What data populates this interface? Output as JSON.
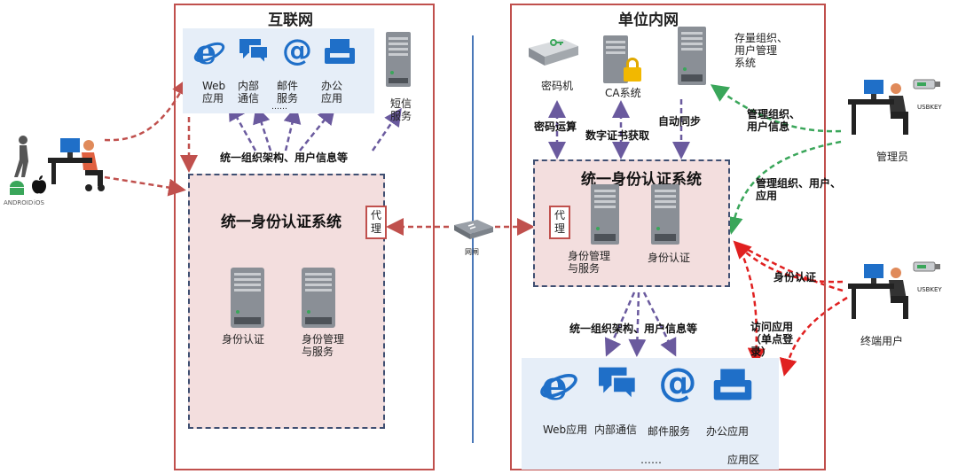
{
  "internet_zone": {
    "title": "互联网",
    "apps": [
      {
        "icon": "ie-icon",
        "label": "Web\n应用"
      },
      {
        "icon": "chat-icon",
        "label": "内部\n通信"
      },
      {
        "icon": "at-icon",
        "label": "邮件\n服务"
      },
      {
        "icon": "tray-icon",
        "label": "办公\n应用"
      }
    ],
    "apps_ellipsis": "……",
    "sms_label": "短信\n服务",
    "sync_label": "统一组织架构、用户信息等",
    "auth_title": "统一身份认证系统",
    "proxy": "代理",
    "servers": [
      "身份认证",
      "身份管理\n与服务"
    ]
  },
  "intranet_zone": {
    "title": "单位内网",
    "infra": [
      {
        "icon": "crypto-machine-icon",
        "label": "密码机"
      },
      {
        "icon": "ca-server-icon",
        "label": "CA系统"
      },
      {
        "icon": "storage-server-icon",
        "label": "存量组织、\n用户管理\n系统"
      }
    ],
    "flows": [
      "密码运算",
      "数字证书获取",
      "自动同步"
    ],
    "auth_title": "统一身份认证系统",
    "proxy": "代理",
    "servers": [
      "身份管理\n与服务",
      "身份认证"
    ],
    "sync_label": "统一组织架构、用户信息等",
    "apps": [
      {
        "icon": "ie-icon",
        "label": "Web应用"
      },
      {
        "icon": "chat-icon",
        "label": "内部通信"
      },
      {
        "icon": "at-icon",
        "label": "邮件服务"
      },
      {
        "icon": "tray-icon",
        "label": "办公应用"
      }
    ],
    "apps_ellipsis": "……",
    "app_zone_label": "应用区"
  },
  "gateway_label": "网闸",
  "mobile_labels": [
    "ANDROID",
    "iOS"
  ],
  "admin": {
    "label": "管理员",
    "usbkey": "USBKEY",
    "arrow1": "管理组织、\n用户信息",
    "arrow2": "管理组织、用户、\n应用"
  },
  "terminal_user": {
    "label": "终端用户",
    "usbkey": "USBKEY",
    "arrow1": "身份认证",
    "arrow2": "访问应用\n（单点登\n录）"
  },
  "colors": {
    "zone_border": "#c0504d",
    "auth_fill": "#f3dede",
    "auth_border": "#3f4f72",
    "red_arrow": "#c0504d",
    "purple_arrow": "#6a5a9e",
    "green_arrow": "#3aa65a",
    "bright_red": "#e02020"
  }
}
